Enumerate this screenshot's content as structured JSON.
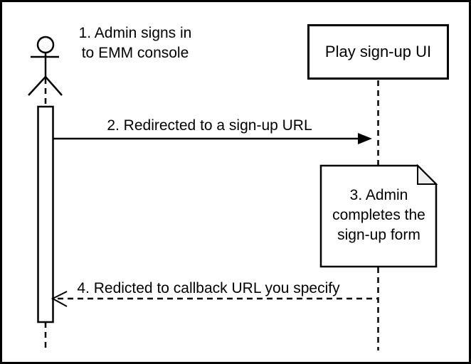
{
  "diagram": {
    "type": "sequence-diagram",
    "colors": {
      "stroke": "#000000",
      "shape_fill": "#ffffff",
      "note_fold_fill": "#eeeeee",
      "background": "#ffffff"
    },
    "lifelines": {
      "admin": {
        "kind": "actor",
        "label": ""
      },
      "play_signup_ui": {
        "kind": "box",
        "label": "Play sign-up UI"
      }
    },
    "labels": {
      "step1": {
        "line1": "1. Admin signs in",
        "line2": "to EMM console"
      },
      "step2": "2. Redirected to a sign-up URL",
      "note3": {
        "line1": "3. Admin",
        "line2": "completes the",
        "line3": "sign-up form"
      },
      "step4": "4. Redicted to callback URL you specify"
    },
    "messages": [
      {
        "n": 1,
        "text": "1. Admin signs in to EMM console",
        "kind": "annotation",
        "near": "admin-actor"
      },
      {
        "n": 2,
        "text": "2. Redirected to a sign-up URL",
        "kind": "solid-arrow",
        "from": "admin",
        "to": "play_signup_ui"
      },
      {
        "n": 3,
        "text": "3. Admin completes the sign-up form",
        "kind": "note",
        "on": "play_signup_ui"
      },
      {
        "n": 4,
        "text": "4. Redicted to callback URL you specify",
        "kind": "dashed-return-arrow",
        "from": "play_signup_ui",
        "to": "admin"
      }
    ]
  }
}
